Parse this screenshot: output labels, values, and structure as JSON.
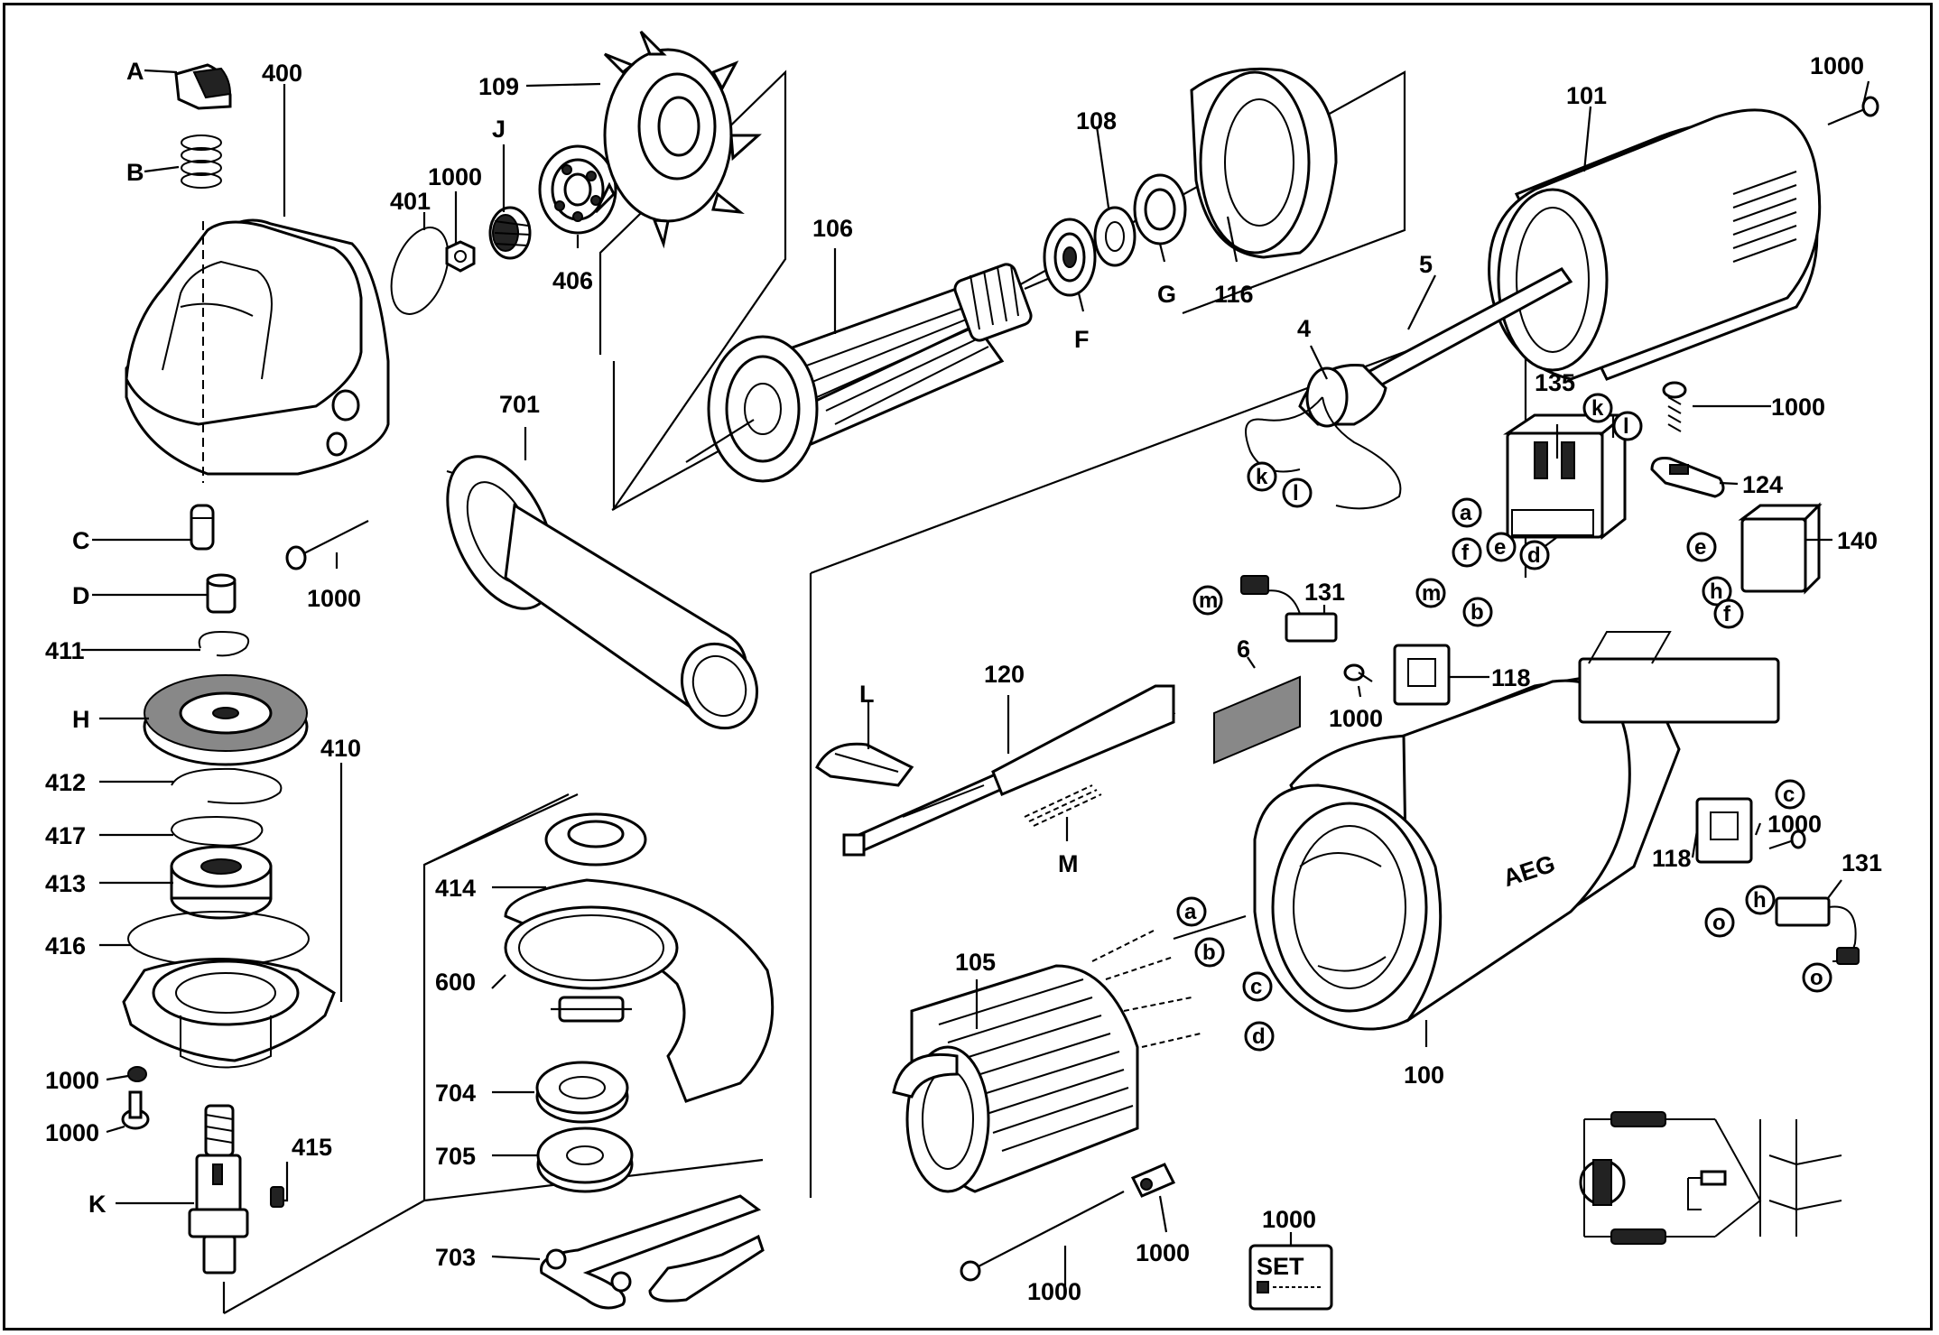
{
  "diagram": {
    "brand_text": "AEG",
    "set_badge_text": "SET",
    "labels": {
      "p400": "400",
      "pA": "A",
      "pB": "B",
      "p109": "109",
      "p401": "401",
      "p1000_a": "1000",
      "pJ": "J",
      "p406": "406",
      "p108": "108",
      "p106": "106",
      "pF": "F",
      "pG": "G",
      "p116": "116",
      "p101": "101",
      "p1000_b": "1000",
      "p5": "5",
      "p4": "4",
      "p701": "701",
      "pC": "C",
      "p1000_c": "1000",
      "pD": "D",
      "p411": "411",
      "pH": "H",
      "p410": "410",
      "p412": "412",
      "p417": "417",
      "p413": "413",
      "p416": "416",
      "p1000_d": "1000",
      "p1000_e": "1000",
      "pK": "K",
      "p415": "415",
      "p414": "414",
      "p600": "600",
      "p704": "704",
      "p705": "705",
      "p703": "703",
      "p135": "135",
      "p1000_f": "1000",
      "p124": "124",
      "p140": "140",
      "p131_a": "131",
      "p118_a": "118",
      "p1000_g": "1000",
      "p6": "6",
      "pL": "L",
      "p120": "120",
      "pM": "M",
      "p1000_h": "1000",
      "p118_b": "118",
      "p131_b": "131",
      "p105": "105",
      "p100": "100",
      "p1000_i": "1000",
      "p1000_j": "1000",
      "p1000_k": "1000"
    },
    "connectors": {
      "k1": "k",
      "l1": "l",
      "k2": "k",
      "l2": "l",
      "a1": "a",
      "f1": "f",
      "e1": "e",
      "d1": "d",
      "m1": "m",
      "m2": "m",
      "b1": "b",
      "e2": "e",
      "h1": "h",
      "f2": "f",
      "c1": "c",
      "h2": "h",
      "o1": "o",
      "o2": "o",
      "a2": "a",
      "b2": "b",
      "c2": "c",
      "d2": "d"
    }
  }
}
